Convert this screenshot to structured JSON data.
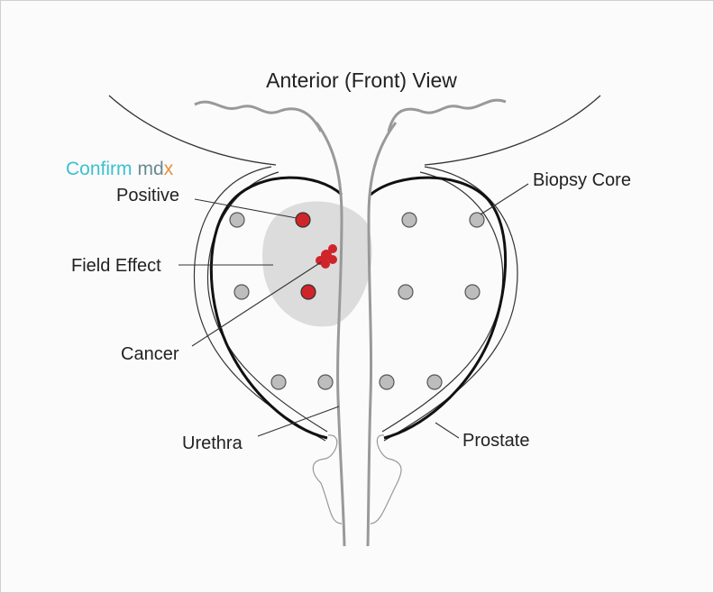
{
  "title": "Anterior (Front) View",
  "logo": {
    "part1": "Confirm",
    "part2": "md",
    "part3": "x"
  },
  "labels": {
    "positive": "Positive",
    "field_effect": "Field Effect",
    "cancer": "Cancer",
    "urethra": "Urethra",
    "prostate": "Prostate",
    "biopsy_core": "Biopsy Core"
  },
  "colors": {
    "positive": "#d0242b",
    "core": "#bdbdbd",
    "field": "#dcdcdc",
    "logo": "#3cc1cf"
  }
}
